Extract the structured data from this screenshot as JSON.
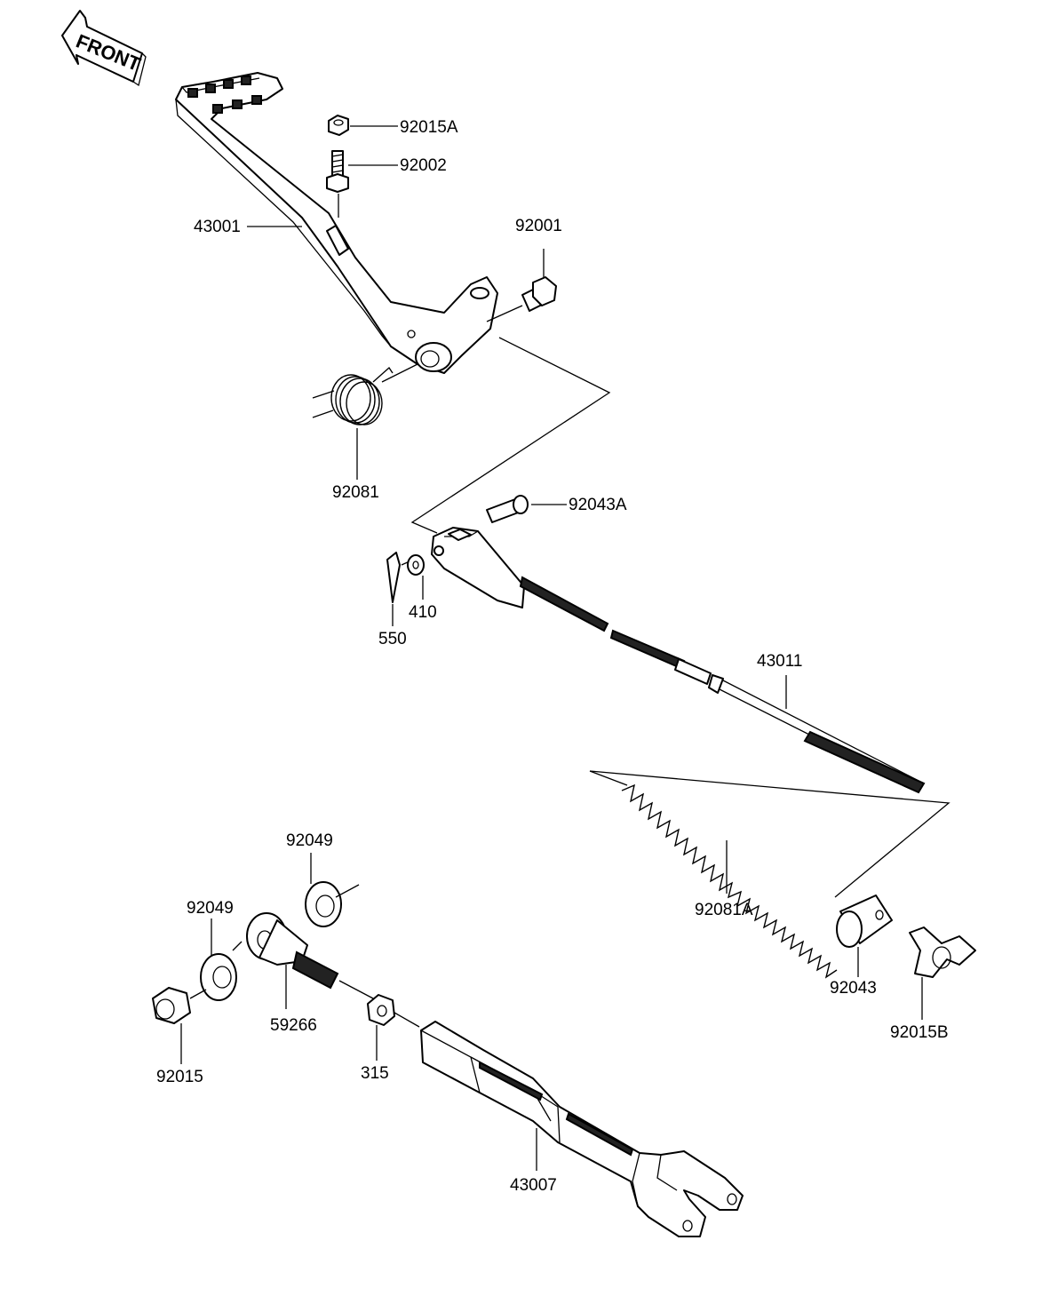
{
  "front_marker": {
    "text": "FRONT",
    "icon": "front-arrow-icon"
  },
  "labels": {
    "p92015A": "92015A",
    "p92002": "92002",
    "p43001": "43001",
    "p92001": "92001",
    "p92081": "92081",
    "p92043A": "92043A",
    "p410": "410",
    "p550": "550",
    "p43011": "43011",
    "p92049_top": "92049",
    "p92049_left": "92049",
    "p92081A": "92081A",
    "p92043": "92043",
    "p92015B": "92015B",
    "p59266": "59266",
    "p92015": "92015",
    "p315": "315",
    "p43007": "43007"
  }
}
